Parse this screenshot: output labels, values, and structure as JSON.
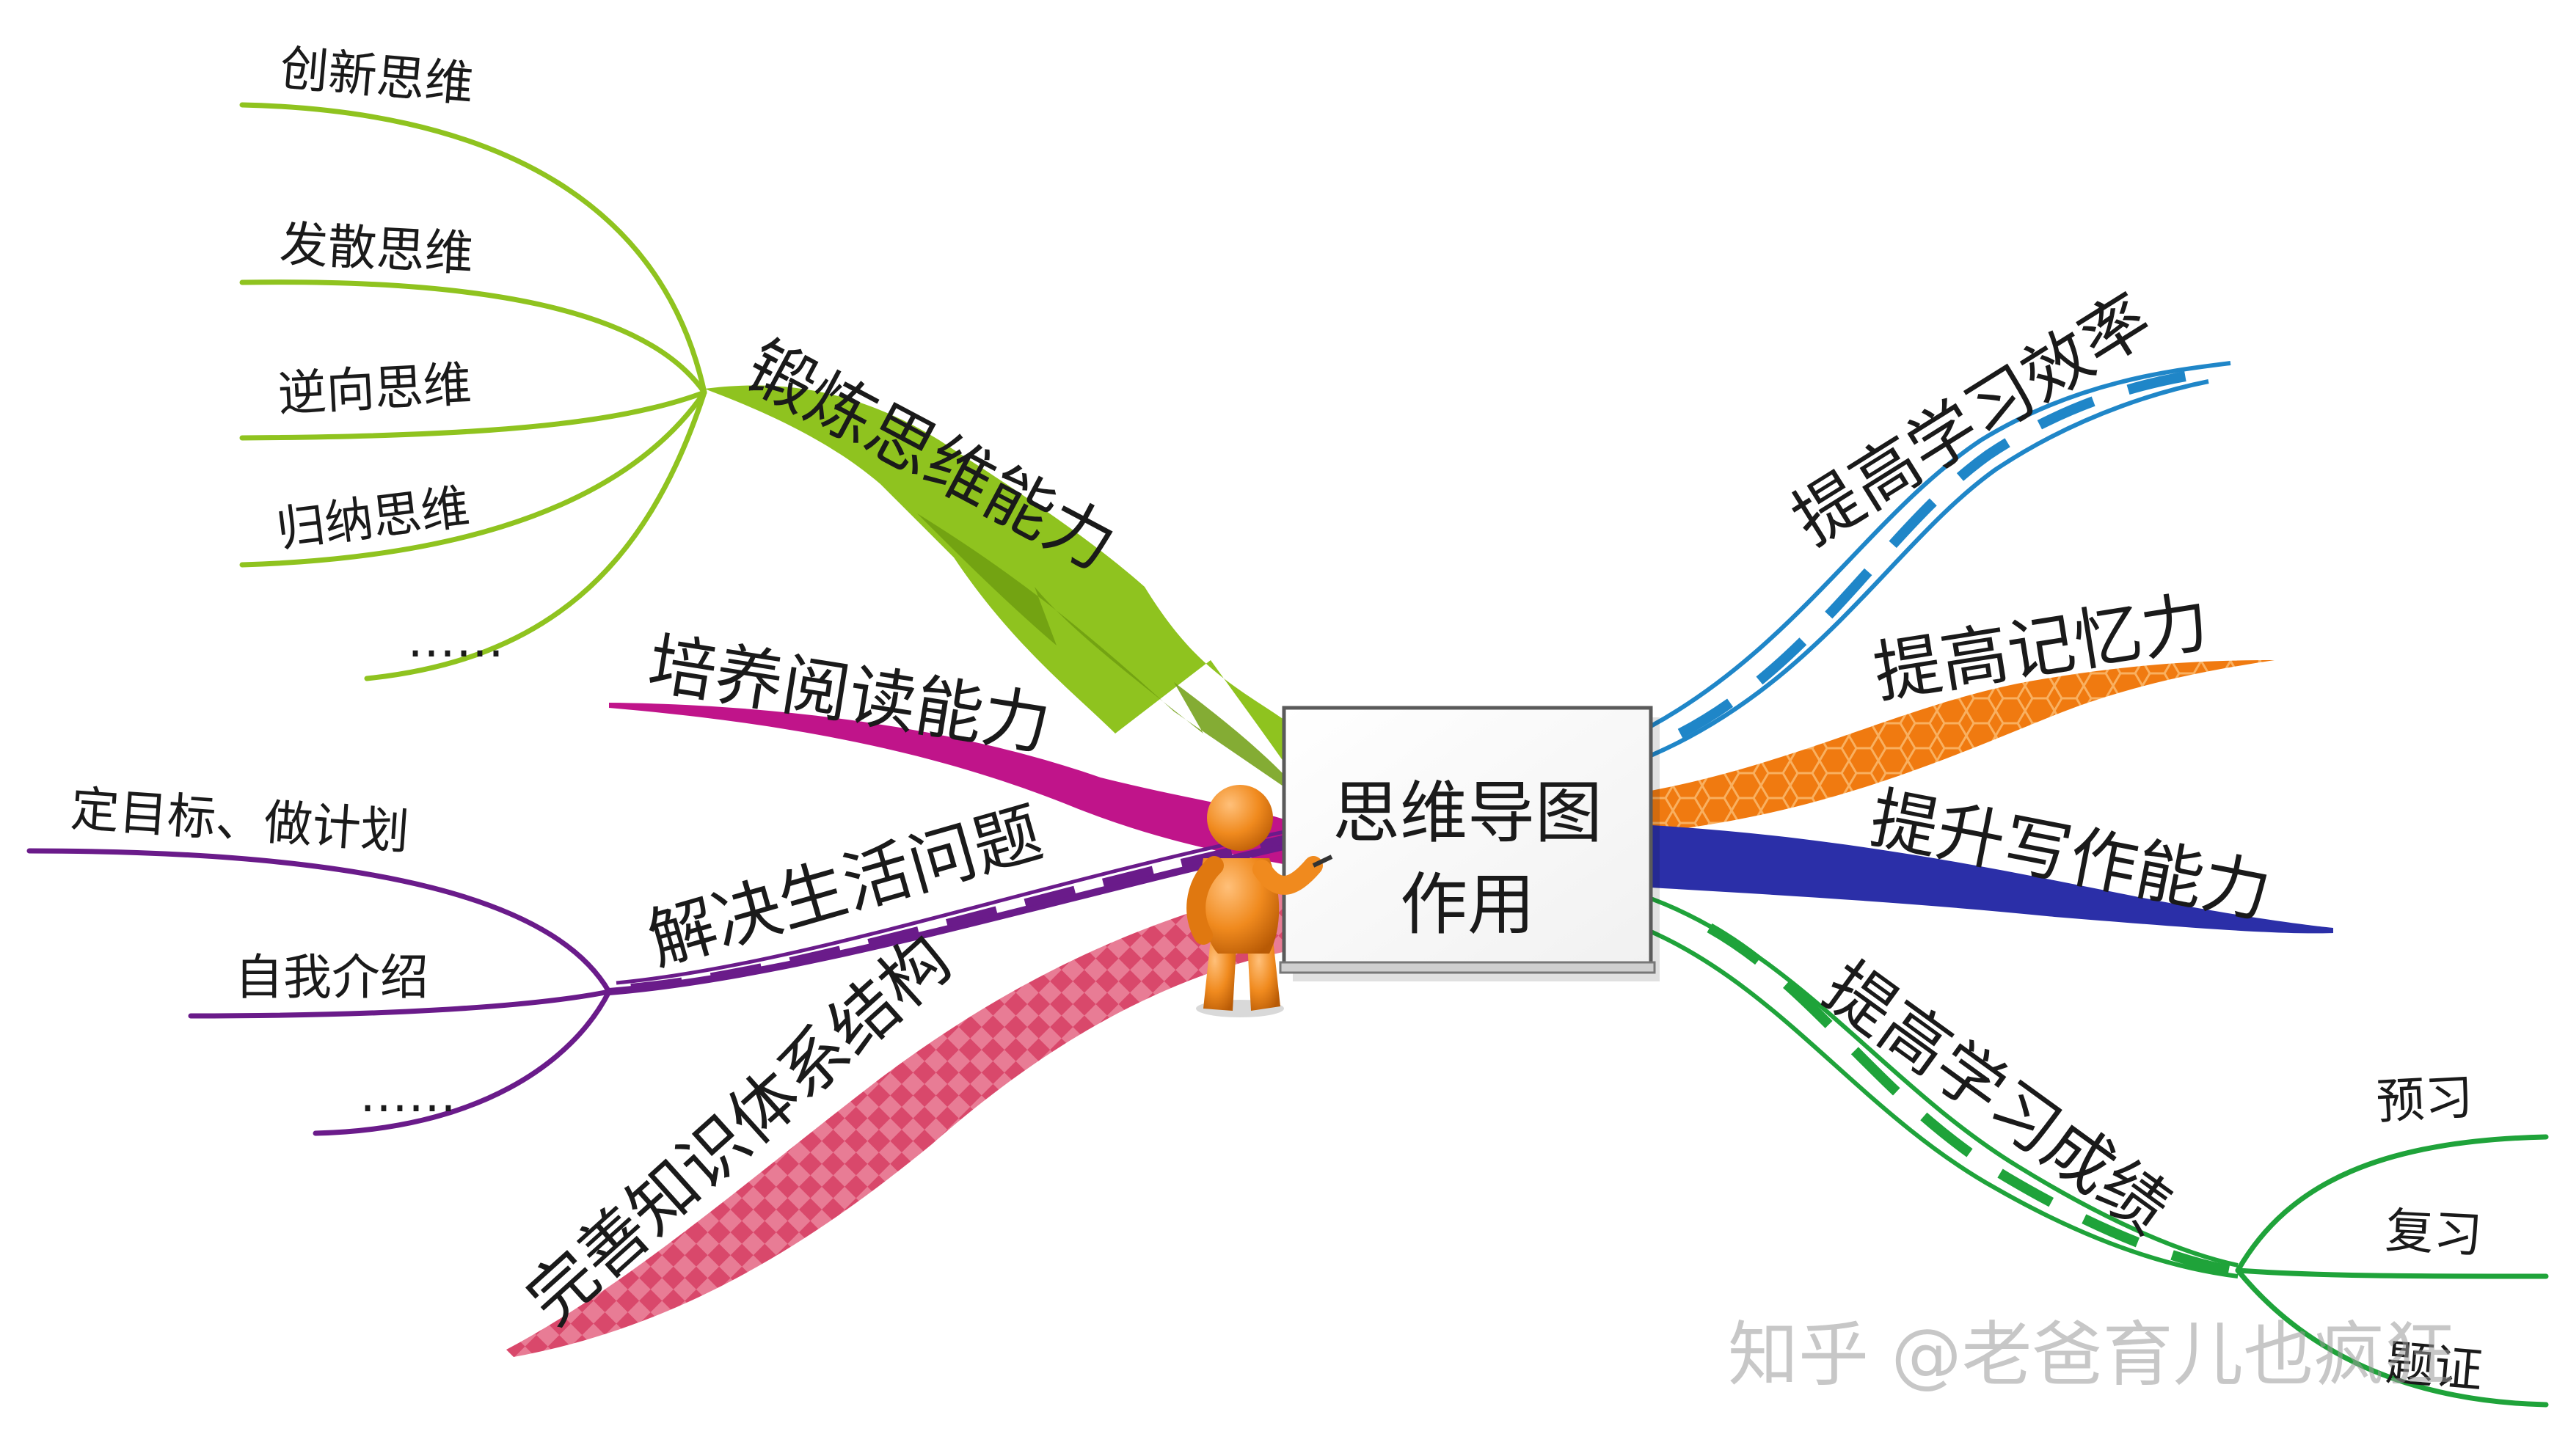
{
  "center": {
    "line1": "思维导图",
    "line2": "作用"
  },
  "branches": {
    "thinking": {
      "label": "锻炼思维能力",
      "color": "#8fc31f",
      "children": [
        "创新思维",
        "发散思维",
        "逆向思维",
        "归纳思维",
        "……"
      ]
    },
    "reading": {
      "label": "培养阅读能力",
      "color": "#c0148a"
    },
    "problems": {
      "label": "解决生活问题",
      "color": "#6a1b8a",
      "children": [
        "定目标、做计划",
        "自我介绍",
        "……"
      ]
    },
    "knowledge": {
      "label": "完善知识体系结构",
      "color": "#d9486b"
    },
    "efficiency": {
      "label": "提高学习效率",
      "color": "#1f86c8"
    },
    "memory": {
      "label": "提高记忆力",
      "color": "#f07a10"
    },
    "writing": {
      "label": "提升写作能力",
      "color": "#2b2fa8"
    },
    "grades": {
      "label": "提高学习成绩",
      "color": "#1fa33a",
      "children": [
        "预习",
        "复习",
        "题证"
      ]
    }
  },
  "watermark": "知乎 @老爸育儿也疯狂"
}
